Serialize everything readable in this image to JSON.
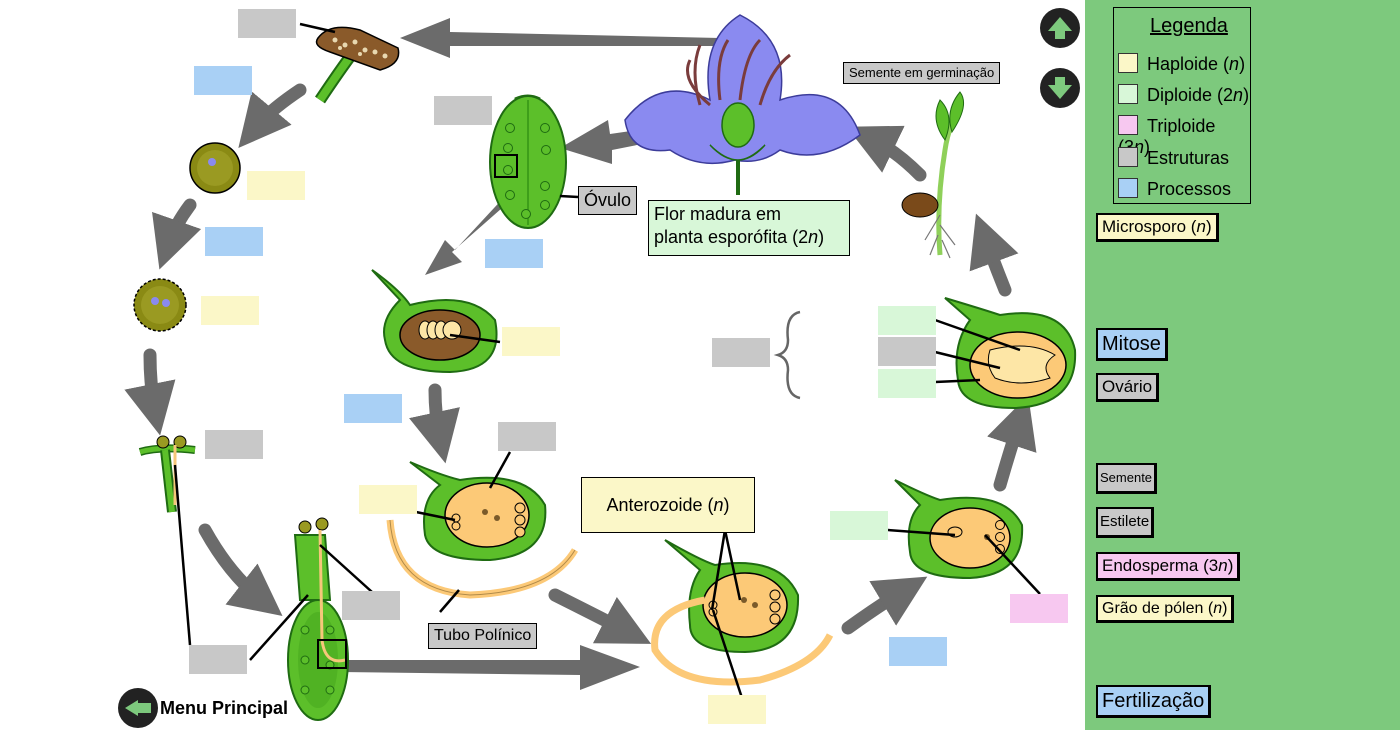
{
  "labels": {
    "ovulo": "Óvulo",
    "flor_line1": "Flor madura em",
    "flor_line2": "planta esporófita (2n)",
    "flor_line2_main": "planta esporófita (2",
    "flor_line2_n": "n",
    "flor_line2_end": ")",
    "semente_germinacao": "Semente em germinação",
    "anterozoide": "Anterozoide (",
    "anterozoide_n": "n",
    "anterozoide_end": ")",
    "tubo_polinico": "Tubo Polínico"
  },
  "legend": {
    "title": "Legenda",
    "items": [
      {
        "label": "Haploide (",
        "italic": "n",
        "end": ")",
        "color": "#fbf7c8"
      },
      {
        "label": "Diploide (2",
        "italic": "n",
        "end": ")",
        "color": "#d8f7d8"
      },
      {
        "label": "Triploide (3",
        "italic": "n",
        "end": ")",
        "color": "#f7c8f0"
      },
      {
        "label": "Estruturas",
        "italic": "",
        "end": "",
        "color": "#c8c8c8"
      },
      {
        "label": "Processos",
        "italic": "",
        "end": "",
        "color": "#a9d0f5"
      }
    ]
  },
  "draggables": {
    "microsporo": {
      "text": "Microsporo (",
      "italic": "n",
      "end": ")"
    },
    "mitose": {
      "text": "Mitose"
    },
    "ovario": {
      "text": "Ovário"
    },
    "semente": {
      "text": "Semente"
    },
    "estilete": {
      "text": "Estilete"
    },
    "endosperma": {
      "text": "Endosperma (3",
      "italic": "n",
      "end": ")"
    },
    "grao_polen": {
      "text": "Grão de pólen (",
      "italic": "n",
      "end": ")"
    },
    "fertilizacao": {
      "text": "Fertilização"
    }
  },
  "nav": {
    "menu_label": "Menu Principal",
    "up_icon": "arrow-up-icon",
    "down_icon": "arrow-down-icon",
    "back_icon": "arrow-left-icon"
  },
  "colors": {
    "sidebar": "#7dc97d",
    "leaf_green": "#5cbf2a",
    "dark_green": "#1f6b12",
    "arrow_gray": "#6b6b6b",
    "flower_purple": "#8a8af0"
  }
}
